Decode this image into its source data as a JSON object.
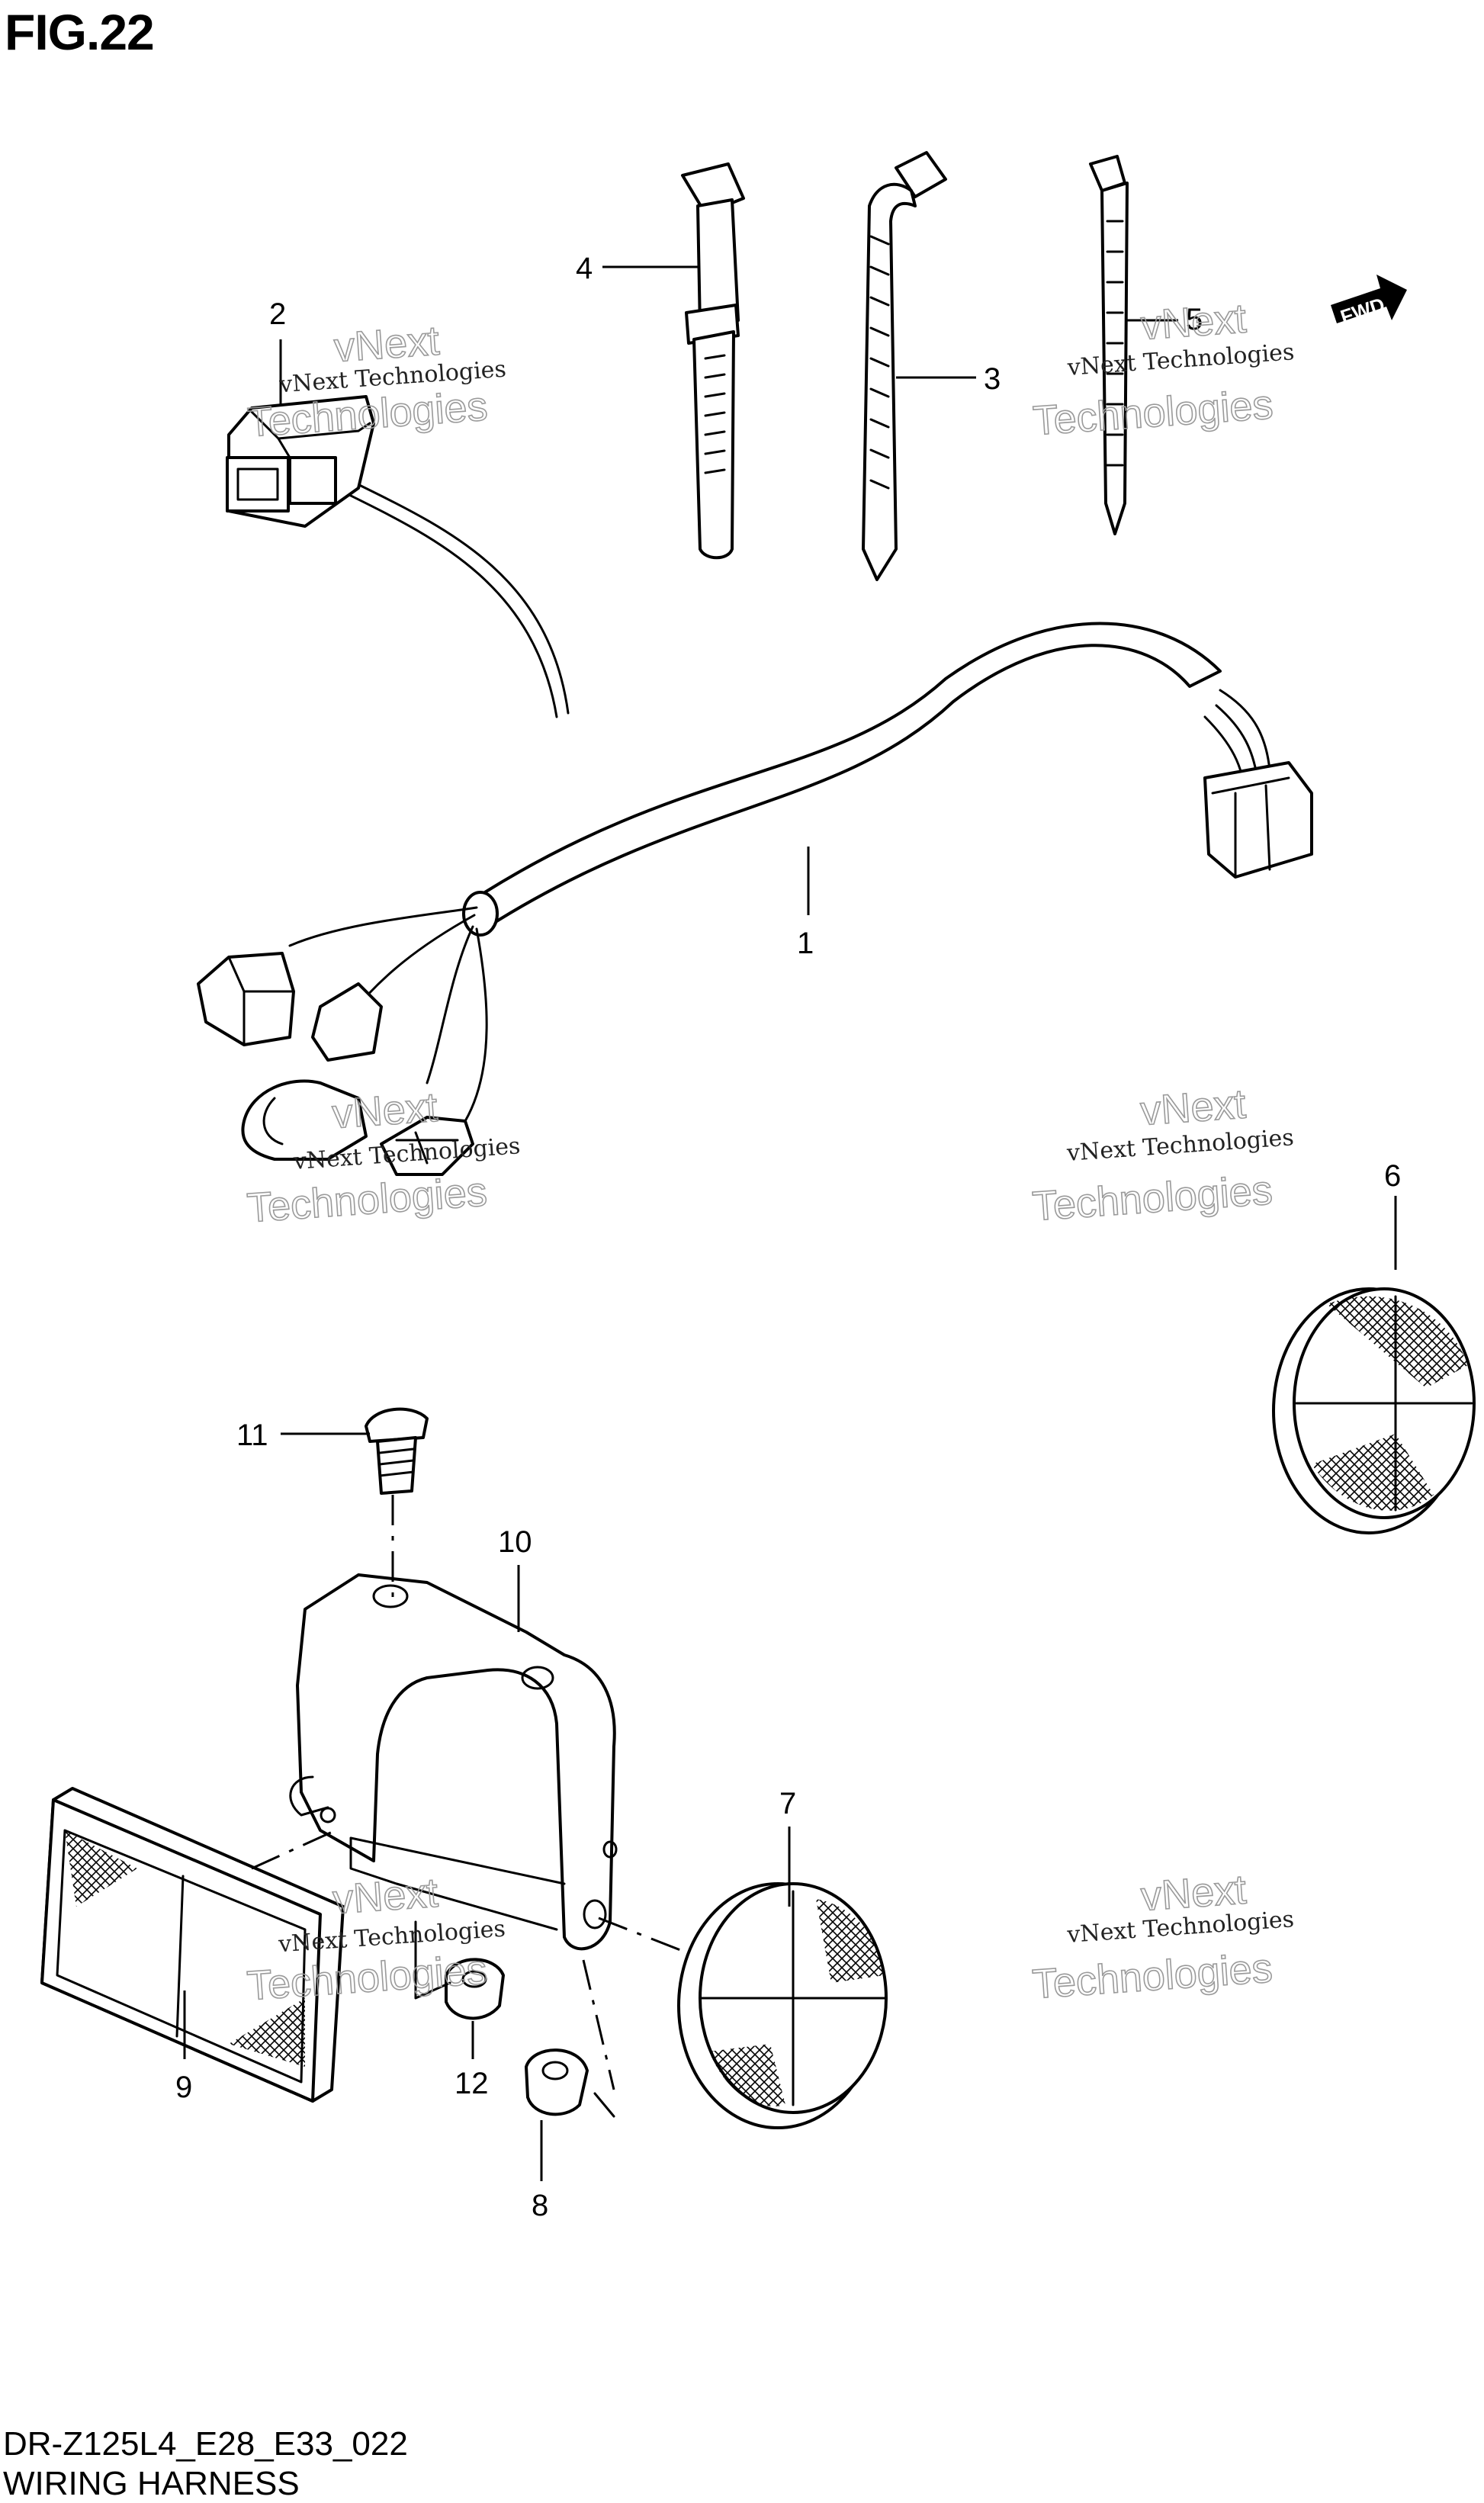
{
  "header": {
    "title": "FIG.22"
  },
  "footer": {
    "code": "DR-Z125L4_E28_E33_022",
    "name": "WIRING HARNESS"
  },
  "fwd_badge": {
    "label": "FWD"
  },
  "callouts": [
    "1",
    "2",
    "3",
    "4",
    "5",
    "6",
    "7",
    "8",
    "9",
    "10",
    "11",
    "12"
  ],
  "watermark": {
    "line1": "vNext Technologies",
    "line2": "Technologies",
    "line3": "vNext"
  }
}
